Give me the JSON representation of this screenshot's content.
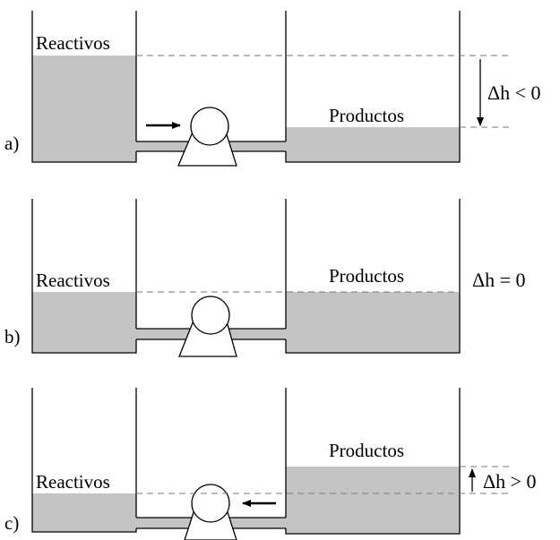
{
  "panels": [
    {
      "id": "a",
      "part_label": "a)",
      "left_tank_label": "Reactivos",
      "right_tank_label": "Productos",
      "delta_h_label": "Δh < 0",
      "flow_direction": "left-to-right"
    },
    {
      "id": "b",
      "part_label": "b)",
      "left_tank_label": "Reactivos",
      "right_tank_label": "Productos",
      "delta_h_label": "Δh = 0",
      "flow_direction": "none"
    },
    {
      "id": "c",
      "part_label": "c)",
      "left_tank_label": "Reactivos",
      "right_tank_label": "Productos",
      "delta_h_label": "Δh > 0",
      "flow_direction": "right-to-left"
    }
  ],
  "colors": {
    "liquid": "#c4c4c4",
    "outline": "#000000",
    "guide_line": "#777777"
  }
}
